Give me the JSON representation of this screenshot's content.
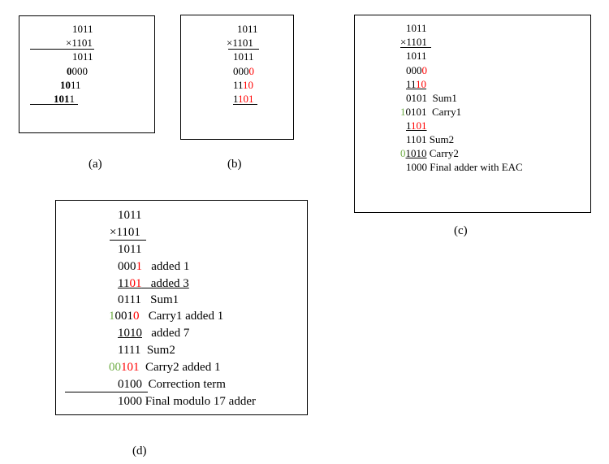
{
  "colors": {
    "red": "#ff0000",
    "green": "#70ad47",
    "text": "#000000",
    "border": "#000000"
  },
  "panel_a": {
    "caption": "(a)",
    "line1": "1011",
    "line2": "×1101",
    "line3": "1011",
    "line4_bold": "0",
    "line4_rest": "000",
    "line5_bold": "10",
    "line5_rest": "11",
    "line6_bold": "101",
    "line6_rest": "1"
  },
  "panel_b": {
    "caption": "(b)",
    "line1": "1011",
    "line2": "×1101",
    "line3": "1011",
    "line4_black": "000",
    "line4_red": "0",
    "line5_black": "11",
    "line5_red": "10",
    "line6_black": "1",
    "line6_red": "101"
  },
  "panel_c": {
    "caption": "(c)",
    "line1": "1011",
    "line2": "×1101",
    "line3": "1011",
    "line4_black": "000",
    "line4_red": "0",
    "line5_black": "11",
    "line5_red": "10",
    "line6": "0101  Sum1",
    "line7_green": "1",
    "line7_rest": "0101  Carry1",
    "line8_black": "1",
    "line8_red": "101",
    "line9": "1101 Sum2",
    "line10_green": "0",
    "line10_ul": "1010",
    "line10_rest": " Carry2",
    "line11": "1000 Final adder with EAC"
  },
  "panel_d": {
    "caption": "(d)",
    "line1": "1011",
    "line2": "×1101",
    "line3": "1011",
    "line4_black": "000",
    "line4_red": "1",
    "line4_text": "   added 1",
    "line5_a": "11",
    "line5_red": "01",
    "line5_b": "   added 3",
    "line6": "0111   Sum1",
    "line7_green": "1",
    "line7_a": "001",
    "line7_red": "0",
    "line7_text": "   Carry1 added 1",
    "line8_num": "1010",
    "line8_text": "   added 7",
    "line9": "1111  Sum2",
    "line10_green": "00",
    "line10_red": "101",
    "line10_text": "  Carry2 added 1",
    "line11": "0100  Correction term",
    "line12": "1000 Final modulo 17 adder"
  }
}
